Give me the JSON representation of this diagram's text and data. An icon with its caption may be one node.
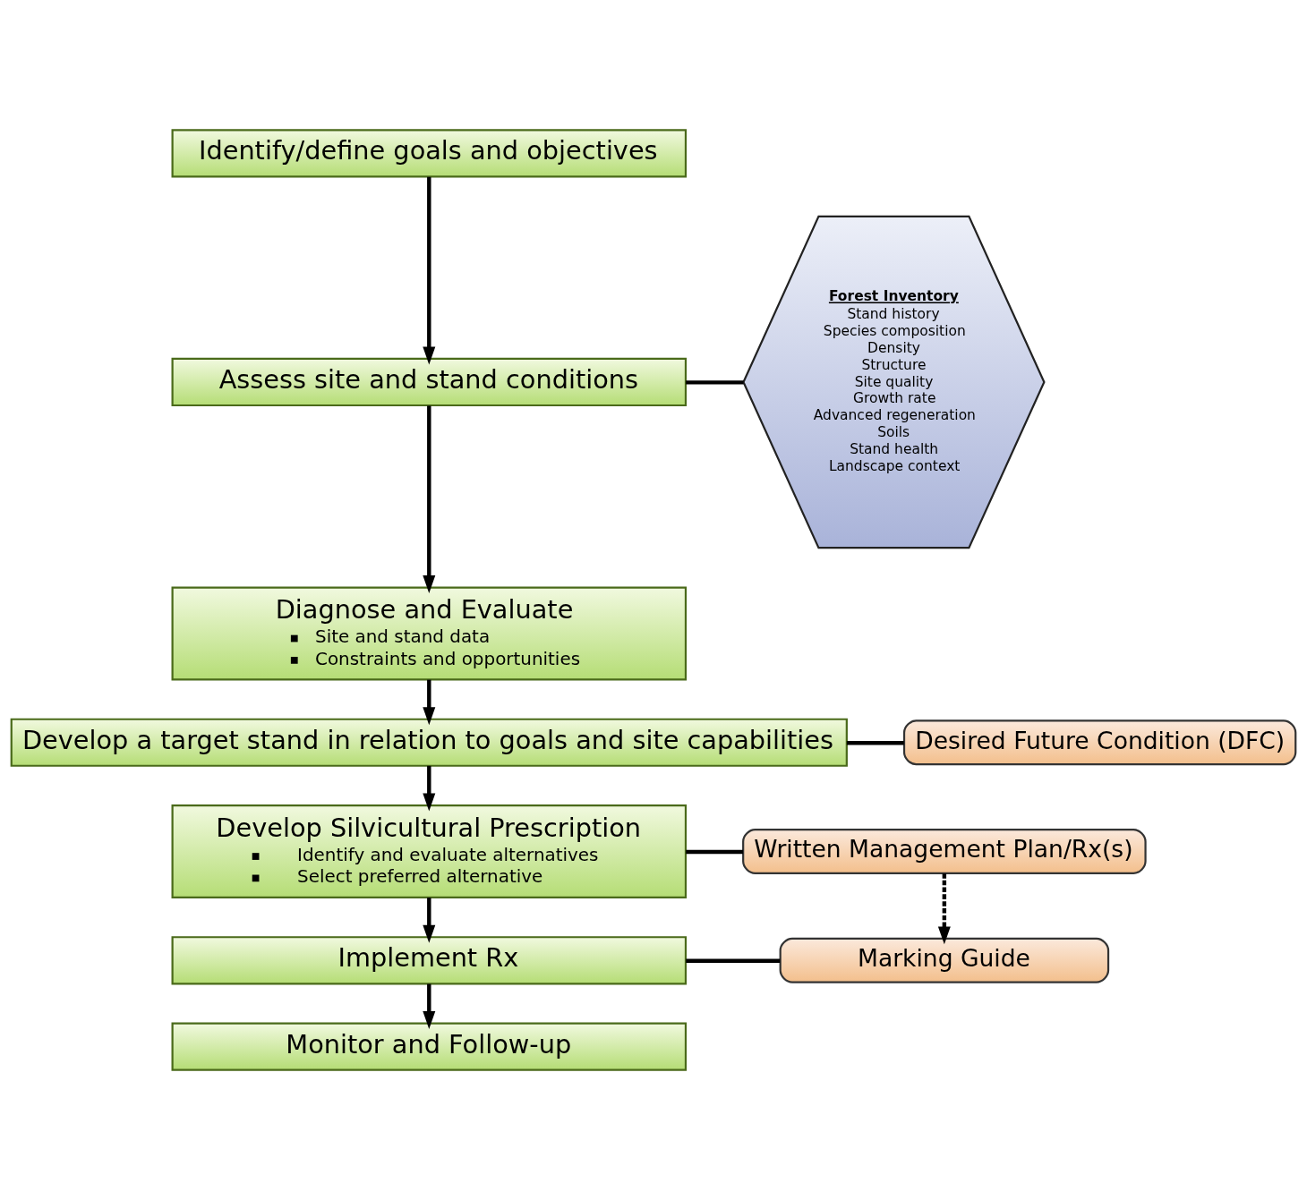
{
  "diagram": {
    "nodes": [
      {
        "text": [
          "Identify/define goals and objectives"
        ]
      },
      {
        "text": [
          "Assess site and stand conditions"
        ]
      },
      {
        "text": [
          "Forest Inventory",
          "Stand history",
          "Species composition",
          "Density",
          "Structure",
          "Site quality",
          "Growth rate",
          "Advanced regeneration",
          "Soils",
          "Stand health",
          "Landscape context"
        ]
      },
      {
        "text": [
          "Diagnose and Evaluate",
          "Site and stand data",
          "Constraints and opportunities"
        ]
      },
      {
        "text": [
          "Develop a target stand in relation to goals and site capabilities"
        ]
      },
      {
        "text": [
          "Desired Future Condition (DFC)"
        ]
      },
      {
        "text": [
          "Develop Silvicultural Prescription",
          "Identify and evaluate alternatives",
          "Select preferred alternative"
        ]
      },
      {
        "text": [
          "Written Management Plan/Rx(s)"
        ]
      },
      {
        "text": [
          "Implement Rx"
        ]
      },
      {
        "text": [
          "Marking Guide"
        ]
      },
      {
        "text": [
          "Monitor and Follow-up"
        ]
      }
    ],
    "edges": [
      {
        "from": 0,
        "to": 1,
        "arrow": "to"
      },
      {
        "from": 1,
        "to": 2,
        "arrow": "none"
      },
      {
        "from": 1,
        "to": 3,
        "arrow": "to"
      },
      {
        "from": 3,
        "to": 4,
        "arrow": "to"
      },
      {
        "from": 4,
        "to": 5,
        "arrow": "none"
      },
      {
        "from": 4,
        "to": 6,
        "arrow": "to"
      },
      {
        "from": 6,
        "to": 7,
        "arrow": "none"
      },
      {
        "from": 7,
        "to": 9,
        "arrow": "to",
        "style": "dashed"
      },
      {
        "from": 6,
        "to": 8,
        "arrow": "to"
      },
      {
        "from": 8,
        "to": 9,
        "arrow": "none"
      },
      {
        "from": 8,
        "to": 10,
        "arrow": "to"
      }
    ]
  }
}
